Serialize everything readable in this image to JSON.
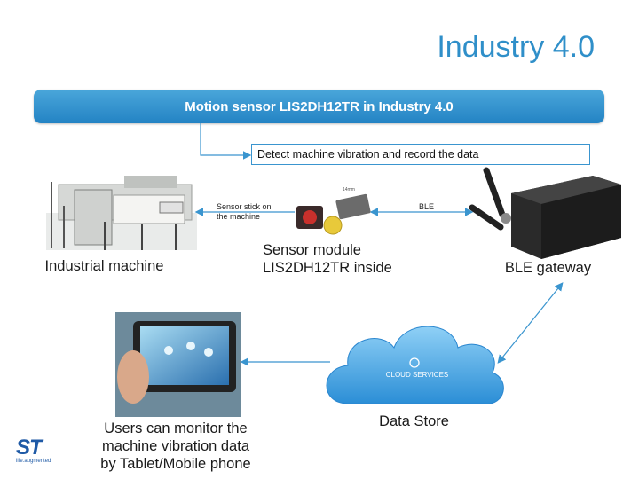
{
  "title": "Industry 4.0",
  "banner": "Motion sensor LIS2DH12TR in Industry 4.0",
  "detect_box": "Detect machine vibration and record the data",
  "arrows": {
    "sensor_stick": [
      "Sensor stick on",
      "the machine"
    ],
    "ble": "BLE"
  },
  "nodes": {
    "machine": "Industrial machine",
    "sensor": [
      "Sensor module",
      "LIS2DH12TR inside"
    ],
    "gateway": "BLE gateway",
    "cloud_text": "CLOUD SERVICES",
    "data_store": "Data Store",
    "users": [
      "Users can monitor the",
      "machine vibration data",
      "by Tablet/Mobile phone"
    ]
  },
  "logo": {
    "brand": "ST",
    "tagline": "life.augmented"
  },
  "colors": {
    "accent": "#2f8fc9",
    "arrow": "#3a95cf",
    "cloud": "#3c9ee0"
  }
}
